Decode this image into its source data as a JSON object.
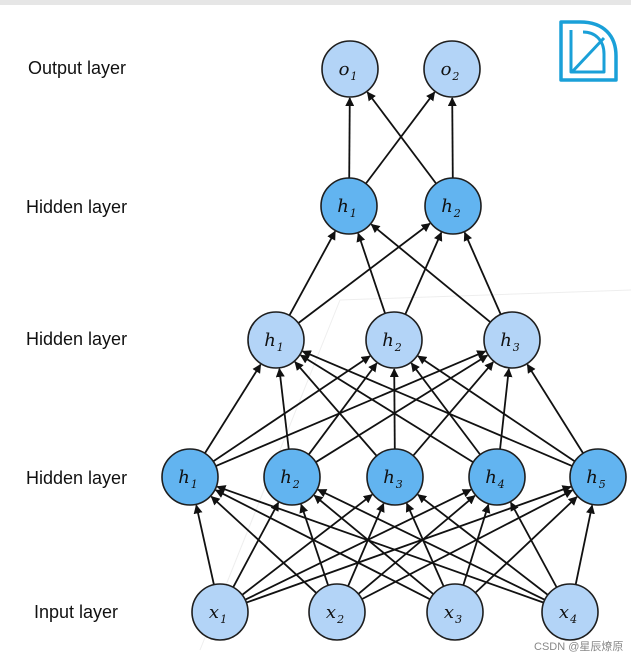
{
  "layer_labels": {
    "output": "Output layer",
    "hidden3": "Hidden layer",
    "hidden2": "Hidden layer",
    "hidden1": "Hidden layer",
    "input": "Input layer"
  },
  "nodes": {
    "output": [
      {
        "base": "o",
        "sub": "1"
      },
      {
        "base": "o",
        "sub": "2"
      }
    ],
    "hidden3": [
      {
        "base": "h",
        "sub": "1"
      },
      {
        "base": "h",
        "sub": "2"
      }
    ],
    "hidden2": [
      {
        "base": "h",
        "sub": "1"
      },
      {
        "base": "h",
        "sub": "2"
      },
      {
        "base": "h",
        "sub": "3"
      }
    ],
    "hidden1": [
      {
        "base": "h",
        "sub": "1"
      },
      {
        "base": "h",
        "sub": "2"
      },
      {
        "base": "h",
        "sub": "3"
      },
      {
        "base": "h",
        "sub": "4"
      },
      {
        "base": "h",
        "sub": "5"
      }
    ],
    "input": [
      {
        "base": "x",
        "sub": "1"
      },
      {
        "base": "x",
        "sub": "2"
      },
      {
        "base": "x",
        "sub": "3"
      },
      {
        "base": "x",
        "sub": "4"
      }
    ]
  },
  "colors": {
    "light_node_fill": "#b3d4f7",
    "dark_node_fill": "#62b4f0",
    "node_stroke": "#1e1e1e",
    "edge": "#111111",
    "logo": "#1aa0d8"
  },
  "logo_icon": "d2l-logo-icon",
  "watermark": "CSDN @星辰燎原"
}
